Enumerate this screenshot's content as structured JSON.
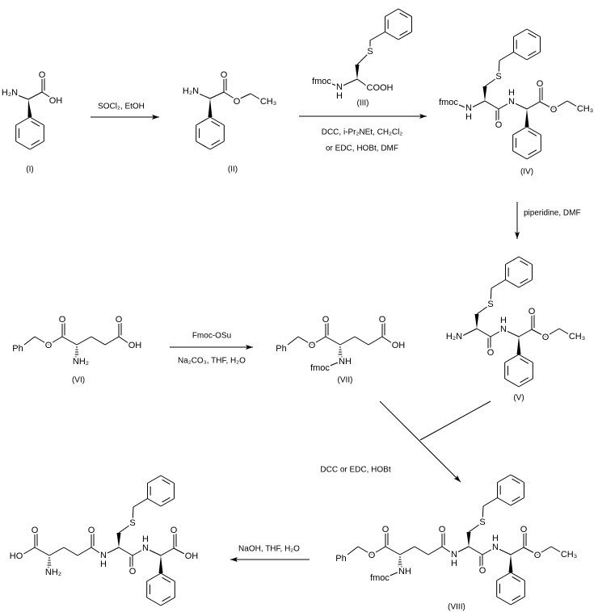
{
  "colors": {
    "ink": "#000000",
    "background": "#ffffff"
  },
  "atoms": {
    "H2N": "H₂N",
    "NH2": "NH₂",
    "O": "O",
    "OH": "OH",
    "HO": "HO",
    "N": "N",
    "H": "H",
    "S": "S",
    "CH3": "CH₃",
    "COOH": "COOH",
    "fmoc": "fmoc",
    "Ph": "Ph",
    "NH": "NH"
  },
  "compounds": {
    "I": "(I)",
    "II": "(II)",
    "III": "(III)",
    "IV": "(IV)",
    "V": "(V)",
    "VI": "(VI)",
    "VII": "(VII)",
    "VIII": "(VIII)"
  },
  "reagents": {
    "step1": "SOCl₂, EtOH",
    "step2_line1": "DCC, i-Pr₂NEt, CH₂Cl₂",
    "step2_line2": "or EDC, HOBt, DMF",
    "step3": "piperidine, DMF",
    "step4_above": "Fmoc-OSu",
    "step4_below": "Na₂CO₃, THF, H₂O",
    "step5": "DCC or EDC, HOBt",
    "step6": "NaOH, THF, H₂O"
  }
}
